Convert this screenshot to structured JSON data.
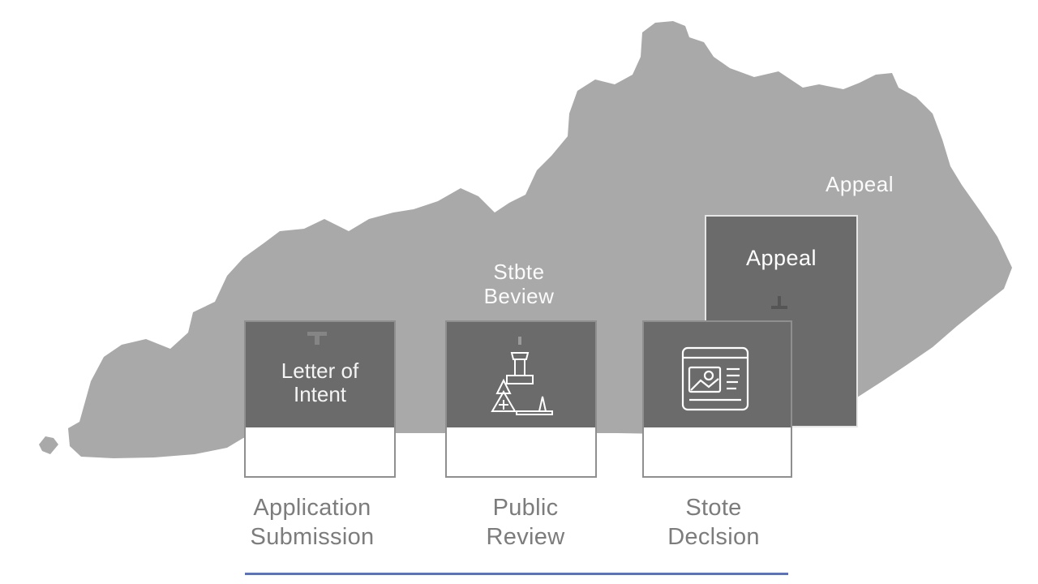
{
  "colors": {
    "map_fill": "#a9a9a9",
    "panel_fill": "#6b6b6b",
    "label_text": "#7c7c7c",
    "baseline": "#5a72c4"
  },
  "floating_labels": {
    "appeal_top": "Appeal",
    "state_review": "Stbte\nBeview"
  },
  "boxes": {
    "letter_of_intent": "Letter of\nIntent",
    "public_review_icon": "lamp-scale-icon",
    "state_decision_icon": "document-image-icon",
    "appeal": "Appeal"
  },
  "stages": {
    "application": "Application\nSubmission",
    "public": "Public\nReview",
    "state": "Stote\nDeclsion"
  }
}
